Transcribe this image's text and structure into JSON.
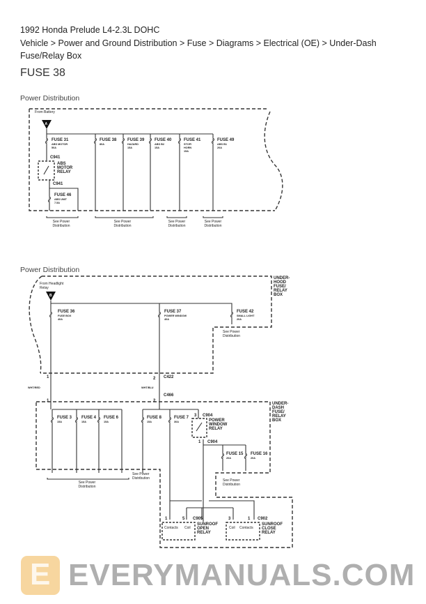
{
  "header": {
    "title": "1992 Honda Prelude L4-2.3L DOHC",
    "breadcrumb_line1": "Vehicle > Power and Ground Distribution > Fuse > Diagrams > Electrical (OE) > Under-Dash",
    "breadcrumb_line2": "Fuse/Relay Box",
    "page_title": "FUSE 38"
  },
  "diagram1": {
    "section_label": "Power Distribution",
    "source": "From Battery",
    "connector": "A",
    "fuses": [
      {
        "name": "FUSE 31",
        "l1": "ABS MOTOR",
        "l2": "50A"
      },
      {
        "name": "FUSE 38",
        "l1": "80A",
        "l2": ""
      },
      {
        "name": "FUSE 39",
        "l1": "HAZARD",
        "l2": "15A"
      },
      {
        "name": "FUSE 40",
        "l1": "ABS B2",
        "l2": "15A"
      },
      {
        "name": "FUSE 41",
        "l1": "STOP/",
        "l2": "HORN",
        "l3": "15A"
      },
      {
        "name": "FUSE 49",
        "l1": "ABS B1",
        "l2": "20A"
      },
      {
        "name": "FUSE 46",
        "l1": "ABS UNIT",
        "l2": "7.5A"
      }
    ],
    "c941": "C941",
    "relay": [
      "ABS",
      "MOTOR",
      "RELAY"
    ],
    "see1": "See Power",
    "see2": "Distribution"
  },
  "diagram2": {
    "section_label": "Power Distribution",
    "source1": "From Headlight",
    "source2": "Relay",
    "connector": "B",
    "underhood": [
      "UNDER-",
      "HOOD",
      "FUSE/",
      "RELAY",
      "BOX"
    ],
    "underdash": [
      "UNDER-",
      "DASH",
      "FUSE/",
      "RELAY",
      "BOX"
    ],
    "fuses": [
      {
        "name": "FUSE 36",
        "l1": "FUSE BOX",
        "l2": "40A"
      },
      {
        "name": "FUSE 37",
        "l1": "POWER WINDOW",
        "l2": "40A"
      },
      {
        "name": "FUSE 42",
        "l1": "SMALL LIGHT",
        "l2": "20A"
      },
      {
        "name": "FUSE 3",
        "l1": "15A"
      },
      {
        "name": "FUSE 4",
        "l1": "15A"
      },
      {
        "name": "FUSE 6",
        "l1": "15A"
      },
      {
        "name": "FUSE 8",
        "l1": "15A"
      },
      {
        "name": "FUSE 7",
        "l1": "30A"
      },
      {
        "name": "FUSE 15",
        "l1": "20A"
      },
      {
        "name": "FUSE 16",
        "l1": "20A"
      }
    ],
    "c422": "C422",
    "c466": "C466",
    "c904": "C904",
    "c905": "C905",
    "c902": "C902",
    "wire1": "WHT/RED",
    "wire2": "WHT/BLU",
    "pin1": "1",
    "pin2": "2",
    "pin3": "3",
    "pin5": "5",
    "pw_relay": [
      "POWER",
      "WINDOW",
      "RELAY"
    ],
    "open_relay": [
      "SUNROOF",
      "OPEN",
      "RELAY"
    ],
    "close_relay": [
      "SUNROOF",
      "CLOSE",
      "RELAY"
    ],
    "contacts": "Contacts",
    "coil": "Coil",
    "see1": "See Power",
    "see2": "Distribution"
  },
  "watermark": {
    "text": "EVERYMANUALS.COM",
    "logo": "E"
  }
}
